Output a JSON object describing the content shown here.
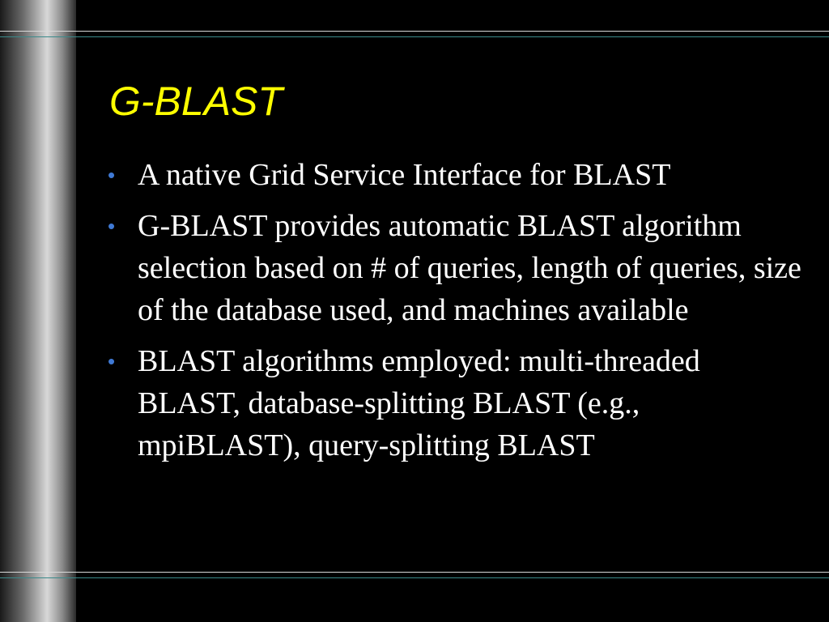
{
  "slide": {
    "title": "G-BLAST",
    "bullet_symbol": "•",
    "bullets": [
      "A native Grid Service Interface for BLAST",
      "G-BLAST provides automatic BLAST algorithm selection based on # of queries, length of queries, size of the database used, and machines available",
      "BLAST algorithms employed: multi-threaded BLAST, database-splitting BLAST (e.g., mpiBLAST), query-splitting BLAST"
    ]
  },
  "colors": {
    "background": "#000000",
    "title": "#ffff00",
    "body_text": "#ffffff",
    "bullet": "#3f79d4",
    "rule_light": "#d9d9d9",
    "rule_teal": "#3b8a8a"
  }
}
